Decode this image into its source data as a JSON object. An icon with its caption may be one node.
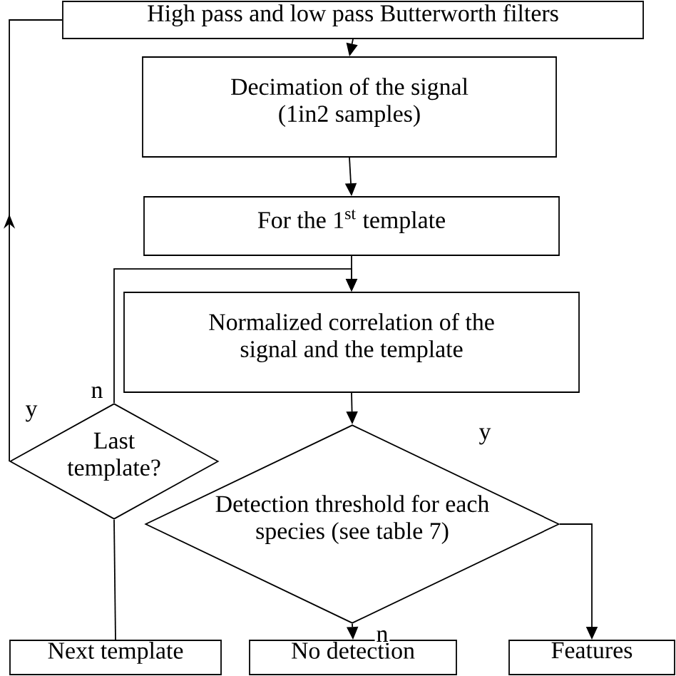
{
  "diagram": {
    "nodes": [
      {
        "text": [
          "High pass and low pass Butterworth filters"
        ]
      },
      {
        "text": [
          "Decimation of the signal (1in2 samples)"
        ]
      },
      {
        "text": [
          "For the 1$^{st}$ template"
        ]
      },
      {
        "text": [
          "Normalized correlation of the signal and the template"
        ]
      },
      {
        "text": [
          "Last template?"
        ]
      },
      {
        "text": [
          "Detection threshold for each species (see table 7)"
        ]
      },
      {
        "text": [
          "Next template"
        ]
      },
      {
        "text": [
          "No detection"
        ]
      },
      {
        "text": [
          "Features"
        ]
      }
    ],
    "edges": [
      {
        "from": 0,
        "to": 1,
        "arrow": "to"
      },
      {
        "from": 1,
        "to": 2,
        "arrow": "to"
      },
      {
        "from": 2,
        "to": 3,
        "arrow": "to"
      },
      {
        "from": 3,
        "to": 5,
        "arrow": "to"
      },
      {
        "from": 5,
        "to": 7,
        "arrow": "to",
        "label": "n"
      },
      {
        "from": 5,
        "to": 8,
        "arrow": "to",
        "label": "y"
      },
      {
        "from": 4,
        "to": 3,
        "arrow": "to",
        "label": "n"
      },
      {
        "from": 4,
        "to": 0,
        "arrow": "to",
        "label": "y"
      },
      {
        "from": 4,
        "to": 6,
        "arrow": "none"
      }
    ]
  }
}
